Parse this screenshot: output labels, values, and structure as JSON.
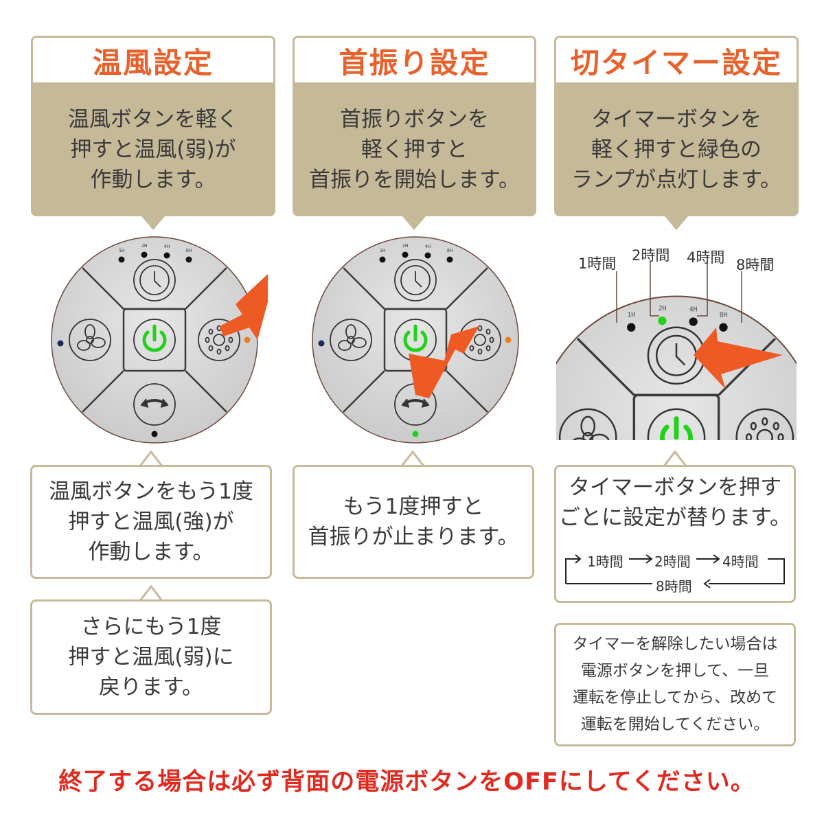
{
  "columns": [
    {
      "title": "温風設定",
      "body": [
        "温風ボタンを軽く",
        "押すと温風(弱)が",
        "作動します。"
      ]
    },
    {
      "title": "首振り設定",
      "body": [
        "首振りボタンを",
        "軽く押すと",
        "首振りを開始します。"
      ]
    },
    {
      "title": "切タイマー設定",
      "body": [
        "タイマーボタンを",
        "軽く押すと緑色の",
        "ランプが点灯します。"
      ]
    }
  ],
  "panel_labels": {
    "led_1h": "1H",
    "led_2h": "2H",
    "led_4h": "4H",
    "led_8h": "8H"
  },
  "timer_labels": [
    "1時間",
    "2時間",
    "4時間",
    "8時間"
  ],
  "notes": {
    "heat_again": "温風ボタンをもう1度\n押すと温風(強)が\n作動します。",
    "heat_once_more": "さらにもう1度\n押すと温風(弱)に\n戻ります。",
    "swing_stop": "もう1度押すと\n首振りが止まります。",
    "timer_cycle": "タイマーボタンを押す\nごとに設定が替ります。",
    "timer_cancel": "タイマーを解除したい場合は\n電源ボタンを押して、一旦\n運転を停止してから、改めて\n運転を開始してください。"
  },
  "timer_flow": {
    "step1": "1時間",
    "step2": "2時間",
    "step3": "4時間",
    "step4": "8時間"
  },
  "footer": "終了する場合は必ず背面の電源ボタンをOFFにしてください。",
  "colors": {
    "accent": "#e8602a",
    "tan": "#c6b998",
    "warning": "#e12a1f",
    "led_green": "#22d11a"
  }
}
